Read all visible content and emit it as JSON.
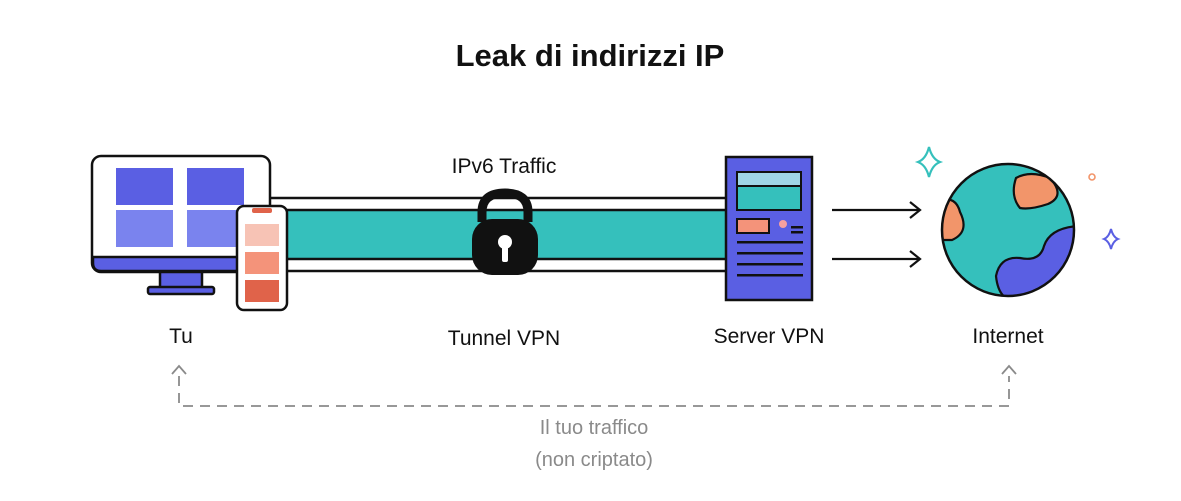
{
  "title": "Leak di indirizzi IP",
  "nodes": {
    "you": "Tu",
    "tunnel": "Tunnel VPN",
    "server": "Server VPN",
    "internet": "Internet"
  },
  "tunnel_traffic_label": "IPv6 Traffic",
  "leak_path": {
    "line1": "Il tuo traffico",
    "line2": "(non criptato)"
  },
  "colors": {
    "tunnel": "#35c0bc",
    "server": "#5a5fe3",
    "monitor_panes": "#5a5fe3",
    "phone_tiles": [
      "#f7c3b5",
      "#f4937a",
      "#e0634a"
    ],
    "globe_ocean": "#35c0bc",
    "globe_land_orange": "#f2956a",
    "globe_land_blue": "#5a5fe3",
    "leak_path": "#8a8a8a"
  },
  "icons": [
    "monitor-icon",
    "phone-icon",
    "padlock-icon",
    "server-icon",
    "globe-icon",
    "sparkle-icon"
  ]
}
